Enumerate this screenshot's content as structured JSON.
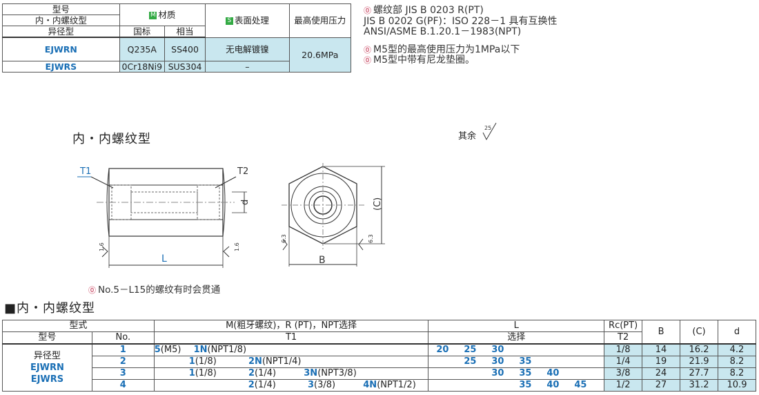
{
  "spec_table": {
    "h_model": "型号",
    "h_inner": "内・内螺纹型",
    "h_reducer": "异径型",
    "h_material": "材质",
    "material_badge": "M",
    "h_std": "国标",
    "h_equiv": "相当",
    "h_surface": "表面处理",
    "surface_badge": "S",
    "h_pressure": "最高使用压力",
    "rows": [
      {
        "model": "EJWRN",
        "std": "Q235A",
        "equiv": "SS400",
        "surface": "无电解镀镍"
      },
      {
        "model": "EJWRS",
        "std": "0Cr18Ni9",
        "equiv": "SUS304",
        "surface": "–"
      }
    ],
    "pressure": "20.6MPa"
  },
  "notes": {
    "thread_line1": "螺纹部 JIS B 0203 R(PT)",
    "thread_line2": "JIS B 0202 G(PF)：ISO 228－1 具有互换性",
    "thread_line3": "ANSI/ASME B.1.20.1－1983(NPT)",
    "m5_pressure": "M5型的最高使用压力为1MPa以下",
    "m5_washer": "M5型中带有尼龙垫圈。"
  },
  "drawing": {
    "title": "内・内螺纹型",
    "other_label": "其余",
    "roughness_main": "25",
    "t1": "T1",
    "t2": "T2",
    "d": "d",
    "c": "(C)",
    "l": "L",
    "b": "B",
    "r16": "1.6",
    "r63": "6.3",
    "note": "No.5－L15的螺纹有时会贯通"
  },
  "section_title": "■内・内螺纹型",
  "dim_table": {
    "h_type": "型式",
    "h_model": "型号",
    "h_no": "No.",
    "h_m": "M(粗牙螺纹)，R (PT)，NPT选择",
    "h_t1": "T1",
    "h_l": "L",
    "h_select": "选择",
    "h_rc": "Rc(PT)",
    "h_t2": "T2",
    "h_b": "B",
    "h_c": "(C)",
    "h_d": "d",
    "model_a": "异径型",
    "model_b": "EJWRN",
    "model_c": "EJWRS",
    "rows": [
      {
        "no": "1",
        "t1": [
          {
            "k": "5",
            "v": "(M5)"
          },
          {
            "k": "1N",
            "v": "(NPT1/8)"
          }
        ],
        "l": [
          "20",
          "25",
          "30",
          "",
          ""
        ],
        "t2": "1/8",
        "b": "14",
        "c": "16.2",
        "d": "4.2"
      },
      {
        "no": "2",
        "t1": [
          {
            "k": "1",
            "v": "(1/8)"
          },
          {
            "k": "2N",
            "v": "(NPT1/4)"
          }
        ],
        "l": [
          "",
          "25",
          "30",
          "35",
          ""
        ],
        "t2": "1/4",
        "b": "19",
        "c": "21.9",
        "d": "8.2"
      },
      {
        "no": "3",
        "t1": [
          {
            "k": "1",
            "v": "(1/8)"
          },
          {
            "k": "2",
            "v": "(1/4)"
          },
          {
            "k": "3N",
            "v": "(NPT3/8)"
          }
        ],
        "l": [
          "",
          "",
          "30",
          "35",
          "40"
        ],
        "t2": "3/8",
        "b": "24",
        "c": "27.7",
        "d": "8.2"
      },
      {
        "no": "4",
        "t1": [
          {
            "k": "2",
            "v": "(1/4)"
          },
          {
            "k": "3",
            "v": "(3/8)"
          },
          {
            "k": "4N",
            "v": "(NPT1/2)"
          }
        ],
        "l": [
          "",
          "",
          "",
          "35",
          "40",
          "45"
        ],
        "t2": "1/2",
        "b": "27",
        "c": "31.2",
        "d": "10.9"
      }
    ]
  }
}
